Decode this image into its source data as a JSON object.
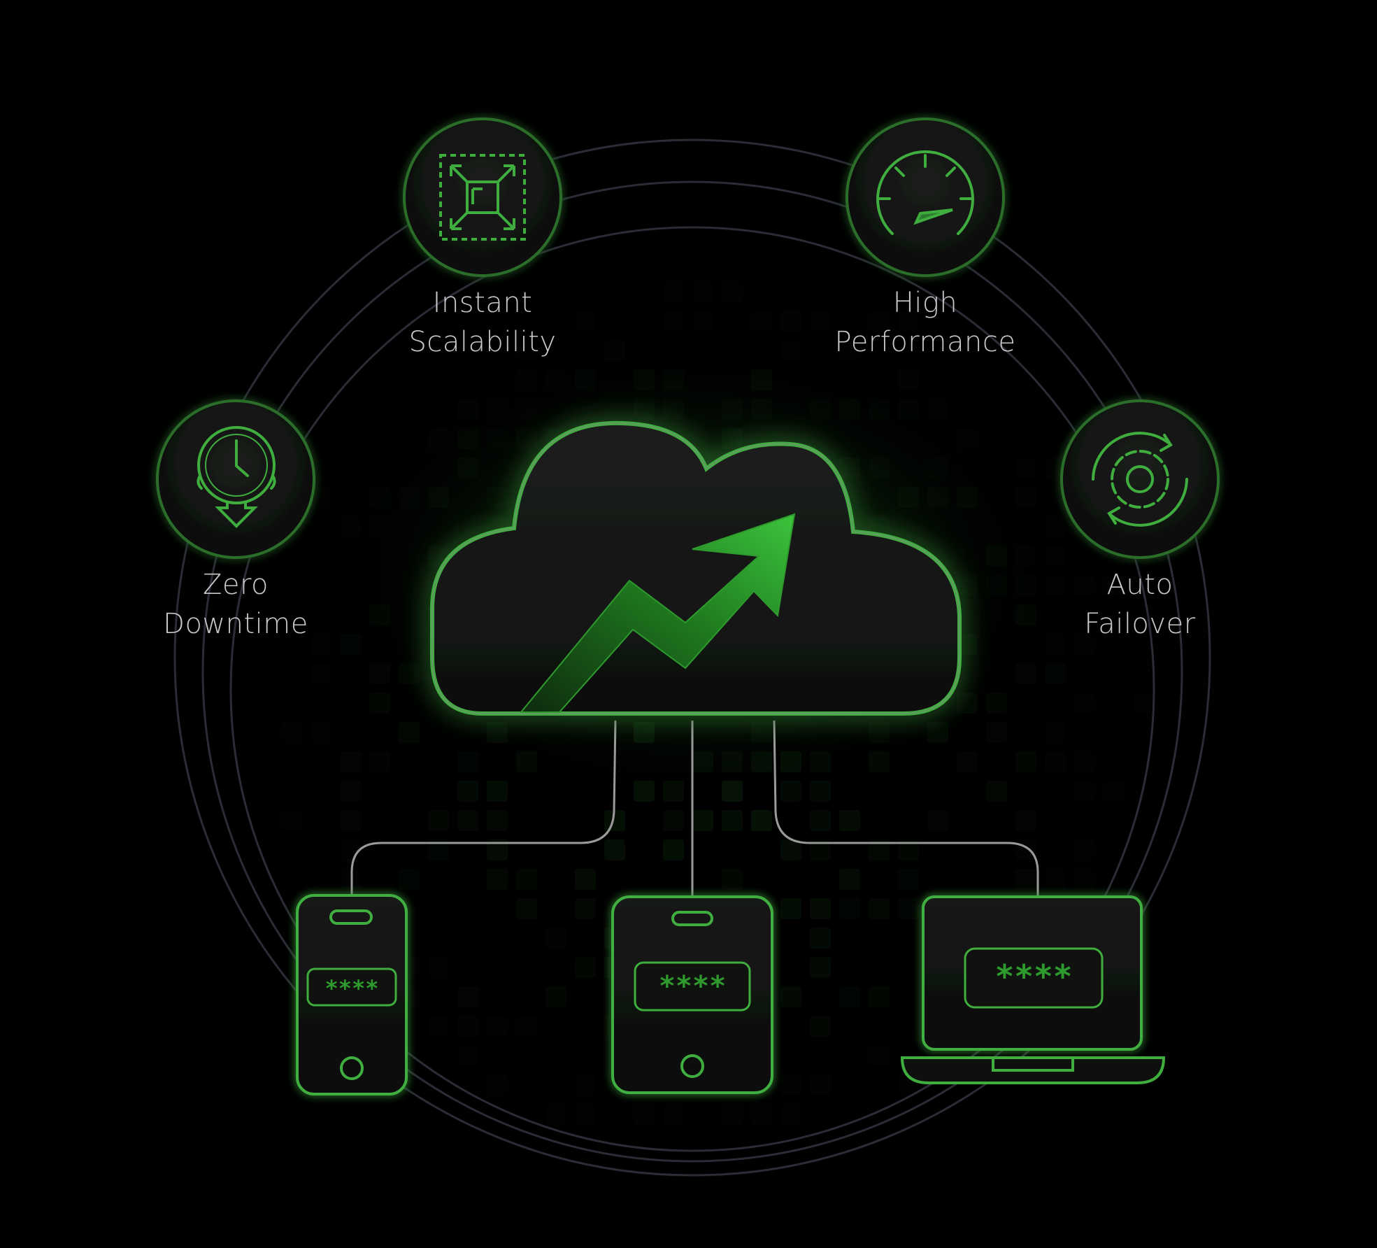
{
  "colors": {
    "background": "#000000",
    "accent": "#3fae3f",
    "accent_bright": "#5dd35d",
    "accent_dim": "#1f5a1f",
    "label": "#c9c9c9",
    "ring": "#2a2d35",
    "connector": "#9a9a9a",
    "panel": "#141614"
  },
  "features": [
    {
      "id": "instant-scalability",
      "icon": "resize-arrows-icon",
      "lines": [
        "Instant",
        "Scalability"
      ]
    },
    {
      "id": "high-performance",
      "icon": "speedometer-icon",
      "lines": [
        "High",
        "Performance"
      ]
    },
    {
      "id": "zero-downtime",
      "icon": "stopwatch-down-arrow-icon",
      "lines": [
        "Zero",
        "Downtime"
      ]
    },
    {
      "id": "auto-failover",
      "icon": "gear-refresh-icon",
      "lines": [
        "Auto",
        "Failover"
      ]
    }
  ],
  "cloud": {
    "icon": "cloud-trend-up-icon"
  },
  "devices": [
    {
      "id": "phone",
      "icon": "smartphone-icon",
      "pin": "****"
    },
    {
      "id": "tablet",
      "icon": "tablet-icon",
      "pin": "****"
    },
    {
      "id": "laptop",
      "icon": "laptop-icon",
      "pin": "****"
    }
  ]
}
